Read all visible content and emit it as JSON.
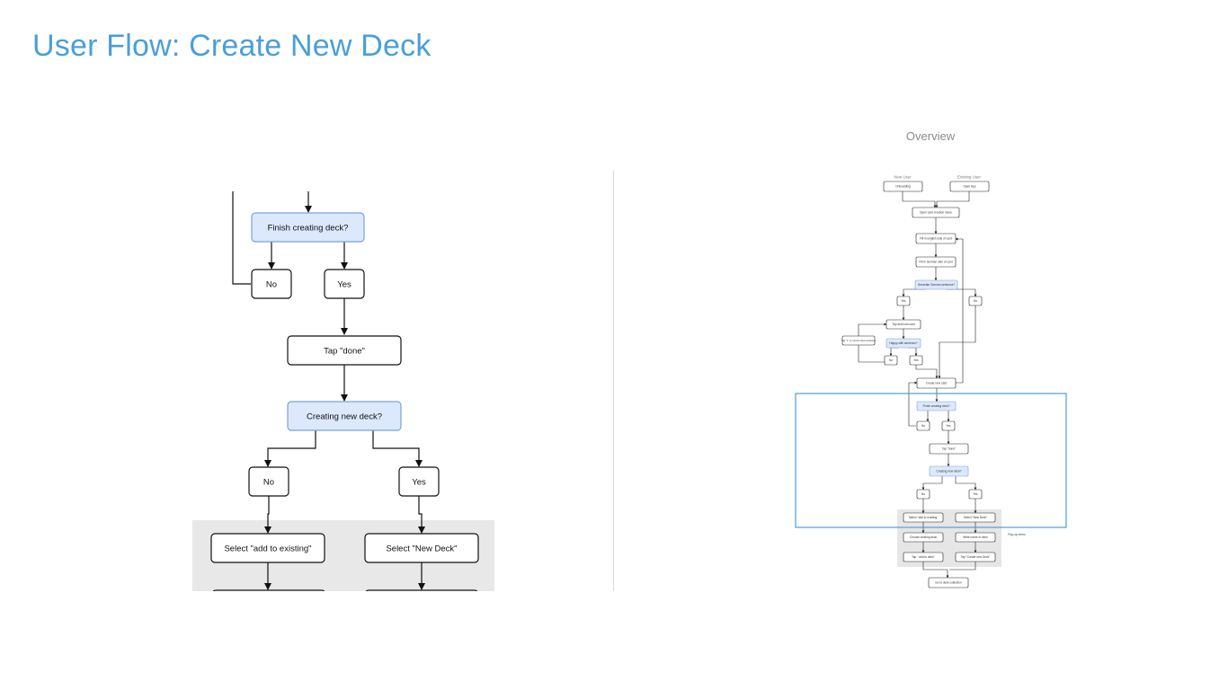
{
  "page": {
    "title": "User Flow: Create New Deck",
    "overview_label": "Overview"
  },
  "zoom": {
    "finish_deck": "Finish creating deck?",
    "no_1": "No",
    "yes_1": "Yes",
    "tap_done": "Tap \"done\"",
    "creating_new_deck": "Creating new deck?",
    "no_2": "No",
    "yes_2": "Yes",
    "select_existing": "Select \"add to existing\"",
    "select_new_deck": "Select \"New Deck\""
  },
  "overview": {
    "new_user": "New User",
    "existing_user": "Existing User",
    "onboarding": "Onboarding",
    "open_app": "Open App",
    "open_card_menu": "Open card creation menu",
    "fill_english": "Fill in english side of card",
    "fill_german": "Fill in German side of card",
    "generate_sentence": "Generate German sentence?",
    "yes_a": "Yes",
    "no_a": "No",
    "tap_and_hold": "Tap and hold card",
    "tap_x": "Tap \"x\" on card to clear sentence",
    "happy_sentence": "Happy with sentence?",
    "no_b": "No",
    "yes_b": "Yes",
    "create_new_card": "Create new card",
    "finish_deck": "Finish creating deck?",
    "no_c": "No",
    "yes_c": "Yes",
    "tap_done": "Tap \"done\"",
    "creating_new_deck": "Creating new deck?",
    "no_d": "No",
    "yes_d": "Yes",
    "select_existing": "Select \"add to existing\"",
    "select_new_deck": "Select \"New Deck\"",
    "choose_existing": "Choose existing deck",
    "write_name": "Write name of deck",
    "tap_add": "Tap \" add to deck\"",
    "tap_create": "Tap \"Create new Deck\"",
    "popup_menu": "Pop-up menu",
    "go_to_collection": "Go to deck collection"
  },
  "colors": {
    "title": "#4a9fd8",
    "decision_fill": "#dce8fb",
    "decision_stroke": "#7da2d8",
    "popup_bg": "#e8e8e8",
    "viewport_frame": "#4a9fd8"
  }
}
